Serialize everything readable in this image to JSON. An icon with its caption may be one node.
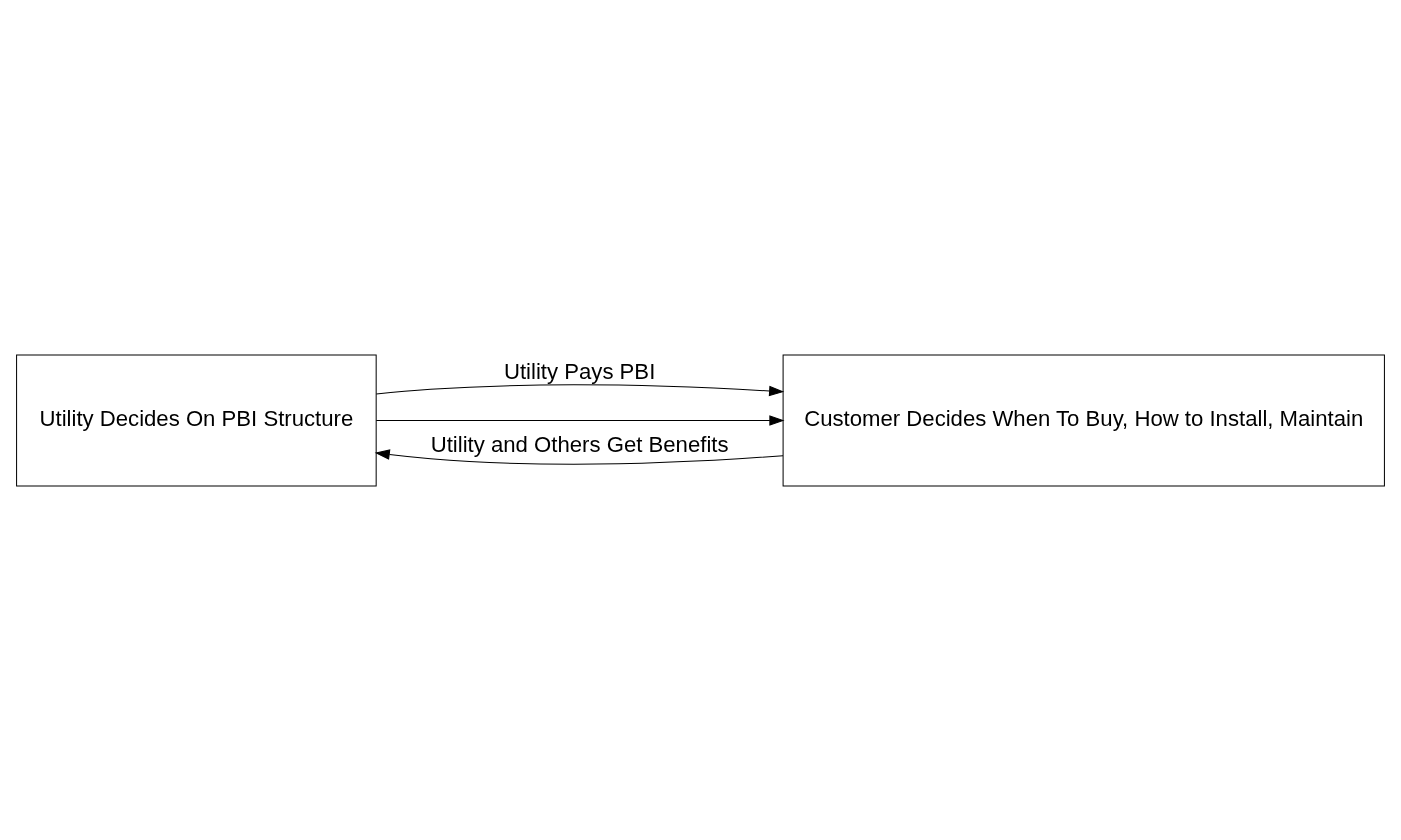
{
  "diagram": {
    "nodes": [
      {
        "text": [
          "Utility Decides On PBI Structure"
        ]
      },
      {
        "text": [
          "Customer Decides When To Buy, How to Install, Maintain"
        ]
      }
    ],
    "edges": [
      {
        "from": 0,
        "to": 1,
        "arrow": "to",
        "label": "Utility Pays PBI"
      },
      {
        "from": 0,
        "to": 1,
        "arrow": "to"
      },
      {
        "from": 1,
        "to": 0,
        "arrow": "to",
        "label": "Utility and Others Get Benefits"
      }
    ]
  }
}
